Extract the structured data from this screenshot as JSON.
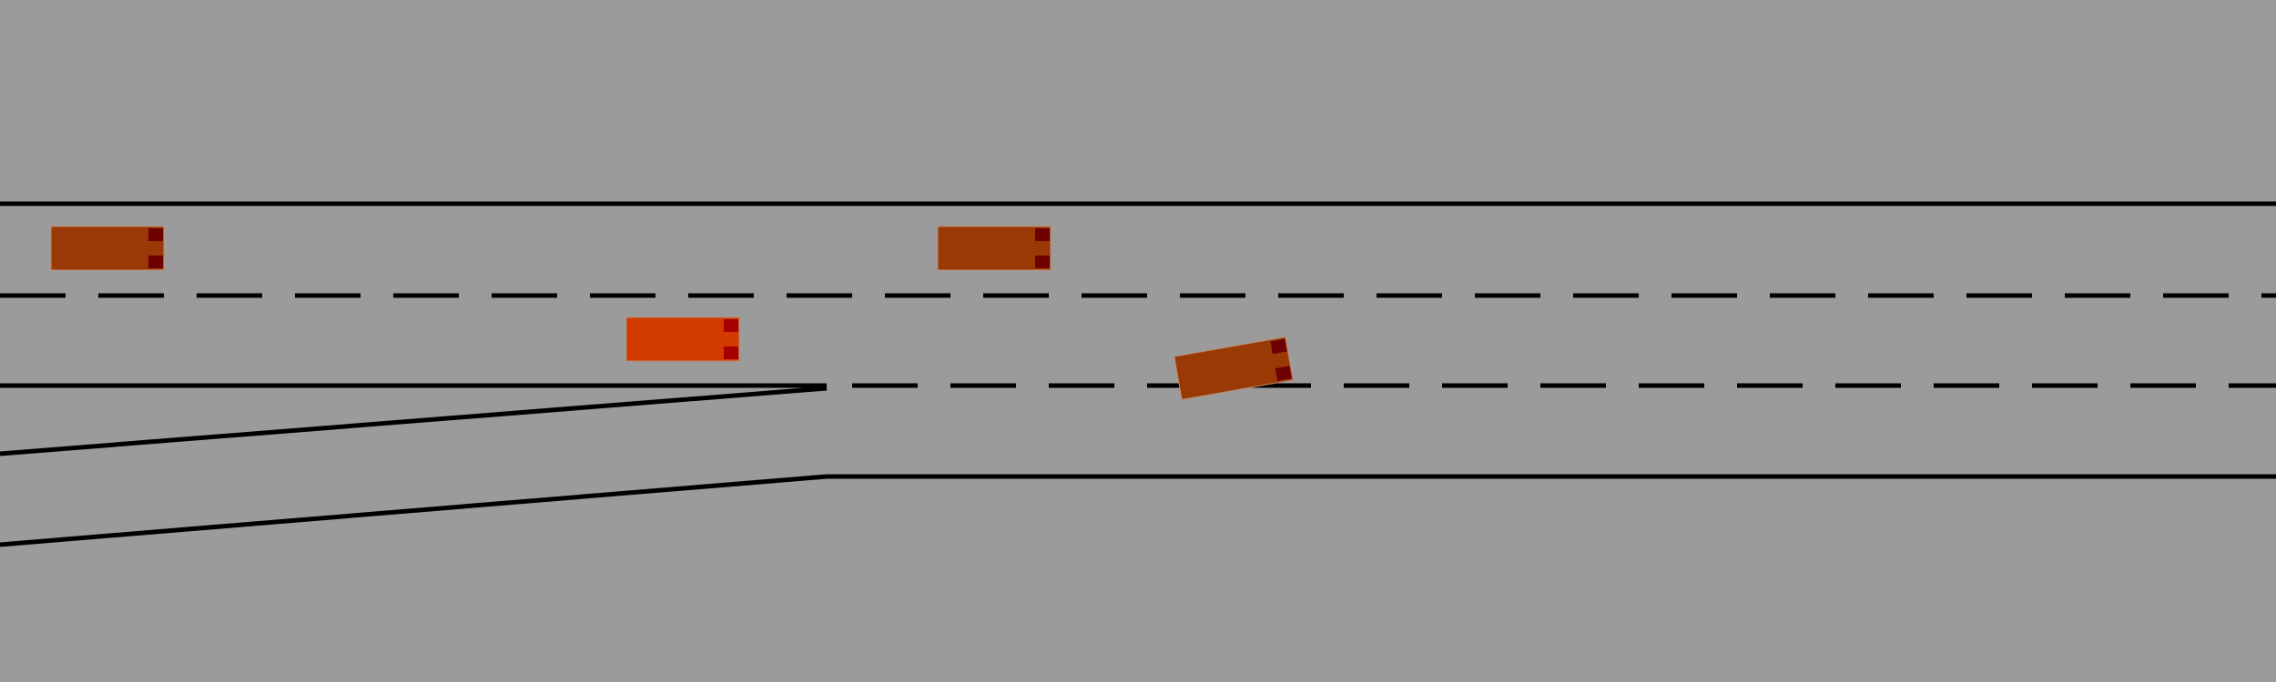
{
  "scene": {
    "type": "highway-merge-simulation",
    "background_color": "#9b9b9b",
    "road_line_color": "#000000"
  },
  "vehicles": [
    {
      "role": "other",
      "color": "#993a06",
      "light_color": "#6e0000",
      "lane": "upper"
    },
    {
      "role": "ego",
      "color": "#d23a00",
      "light_color": "#a50000",
      "lane": "middle"
    },
    {
      "role": "other",
      "color": "#993a06",
      "light_color": "#6e0000",
      "lane": "upper"
    },
    {
      "role": "other",
      "color": "#993a06",
      "light_color": "#6e0000",
      "lane": "merging"
    }
  ]
}
